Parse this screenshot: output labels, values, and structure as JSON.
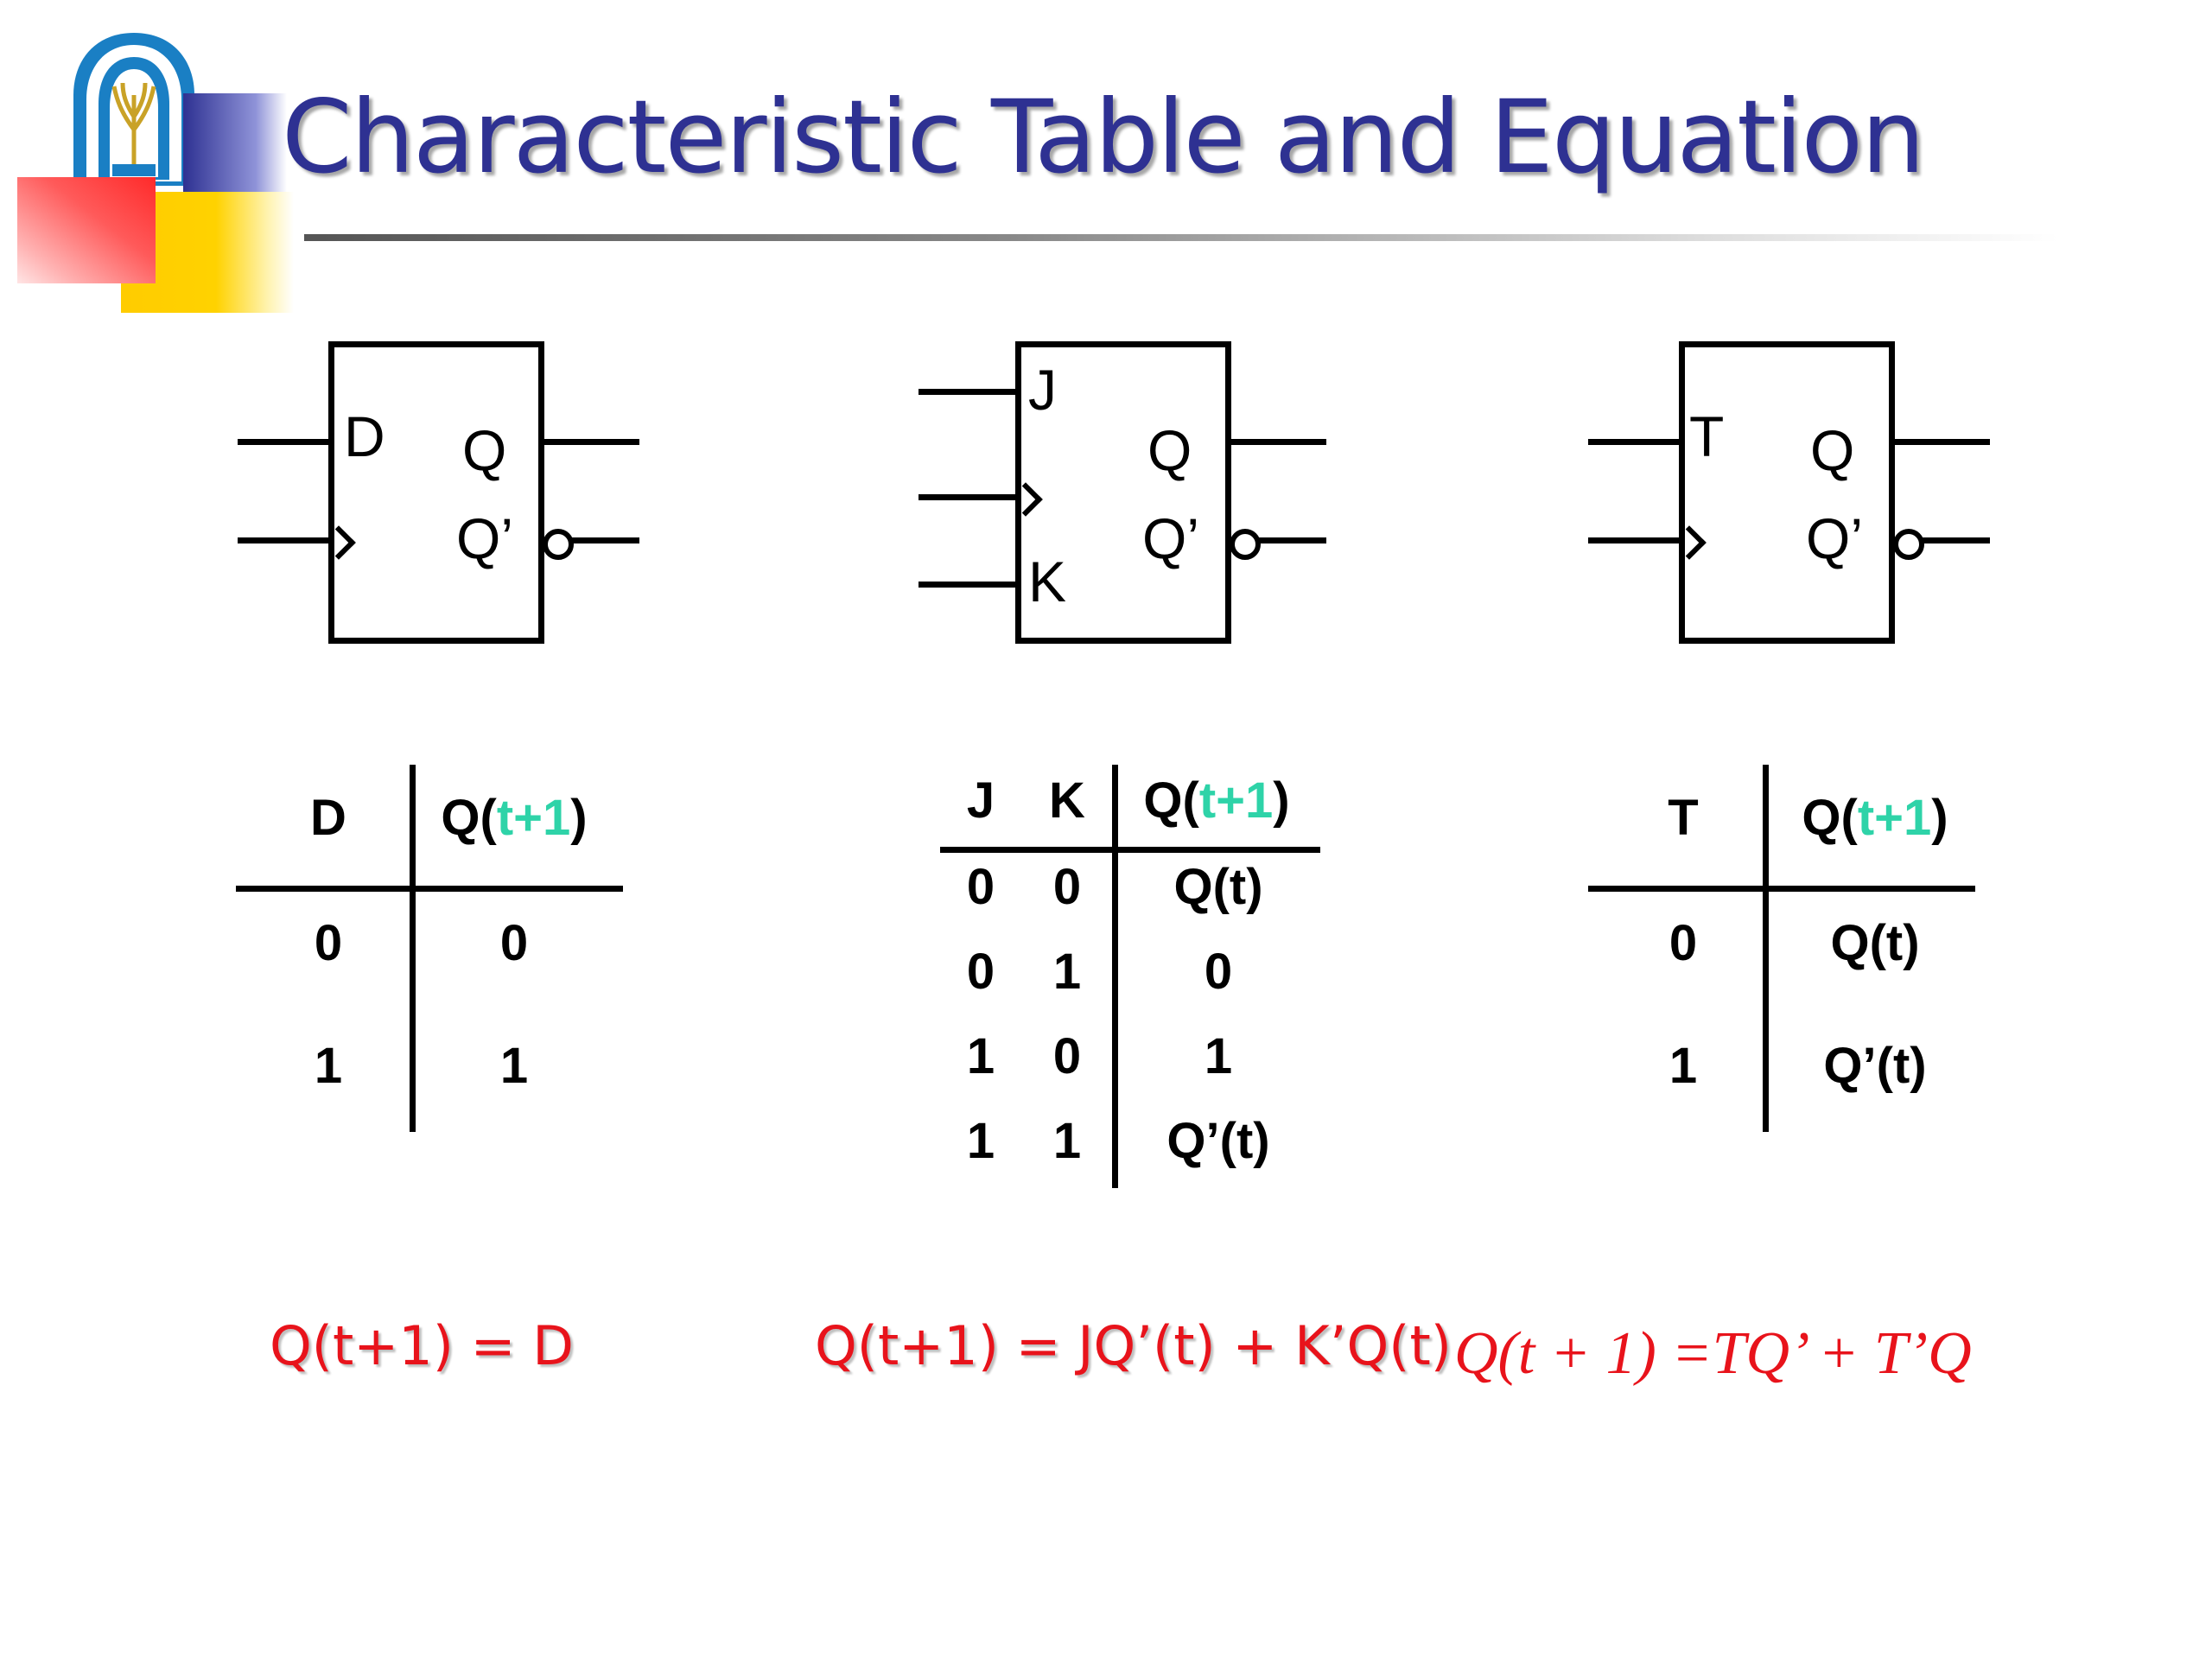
{
  "title": "Characteristic Table and Equation",
  "colors": {
    "title": "#2e3192",
    "equation": "#e8131b",
    "teal": "#2ed3a8"
  },
  "logo": {
    "icon": "university-logo-icon"
  },
  "flip_flops": {
    "d": {
      "input": "D",
      "out_q": "Q",
      "out_qbar": "Q’"
    },
    "jk": {
      "input_j": "J",
      "input_k": "K",
      "out_q": "Q",
      "out_qbar": "Q’"
    },
    "t": {
      "input": "T",
      "out_q": "Q",
      "out_qbar": "Q’"
    }
  },
  "tables": {
    "d": {
      "header_input": "D",
      "header_out_q": "Q(",
      "header_out_t1": "t+1",
      "header_out_close": ")",
      "rows": [
        {
          "d": "0",
          "q": "0"
        },
        {
          "d": "1",
          "q": "1"
        }
      ]
    },
    "jk": {
      "header_j": "J",
      "header_k": "K",
      "header_out_q": "Q(",
      "header_out_t1": "t+1",
      "header_out_close": ")",
      "rows": [
        {
          "j": "0",
          "k": "0",
          "q": "Q(t)"
        },
        {
          "j": "0",
          "k": "1",
          "q": "0"
        },
        {
          "j": "1",
          "k": "0",
          "q": "1"
        },
        {
          "j": "1",
          "k": "1",
          "q": "Q’(t)"
        }
      ]
    },
    "t": {
      "header_input": "T",
      "header_out_q": "Q(",
      "header_out_t1": "t+1",
      "header_out_close": ")",
      "rows": [
        {
          "t": "0",
          "q": "Q(t)"
        },
        {
          "t": "1",
          "q": "Q’(t)"
        }
      ]
    }
  },
  "equations": {
    "d": "Q(t+1) = D",
    "jk": "Q(t+1) = JQ’(t) + K’Q(t)",
    "t": "Q(t + 1) =TQ’ + T’Q"
  }
}
